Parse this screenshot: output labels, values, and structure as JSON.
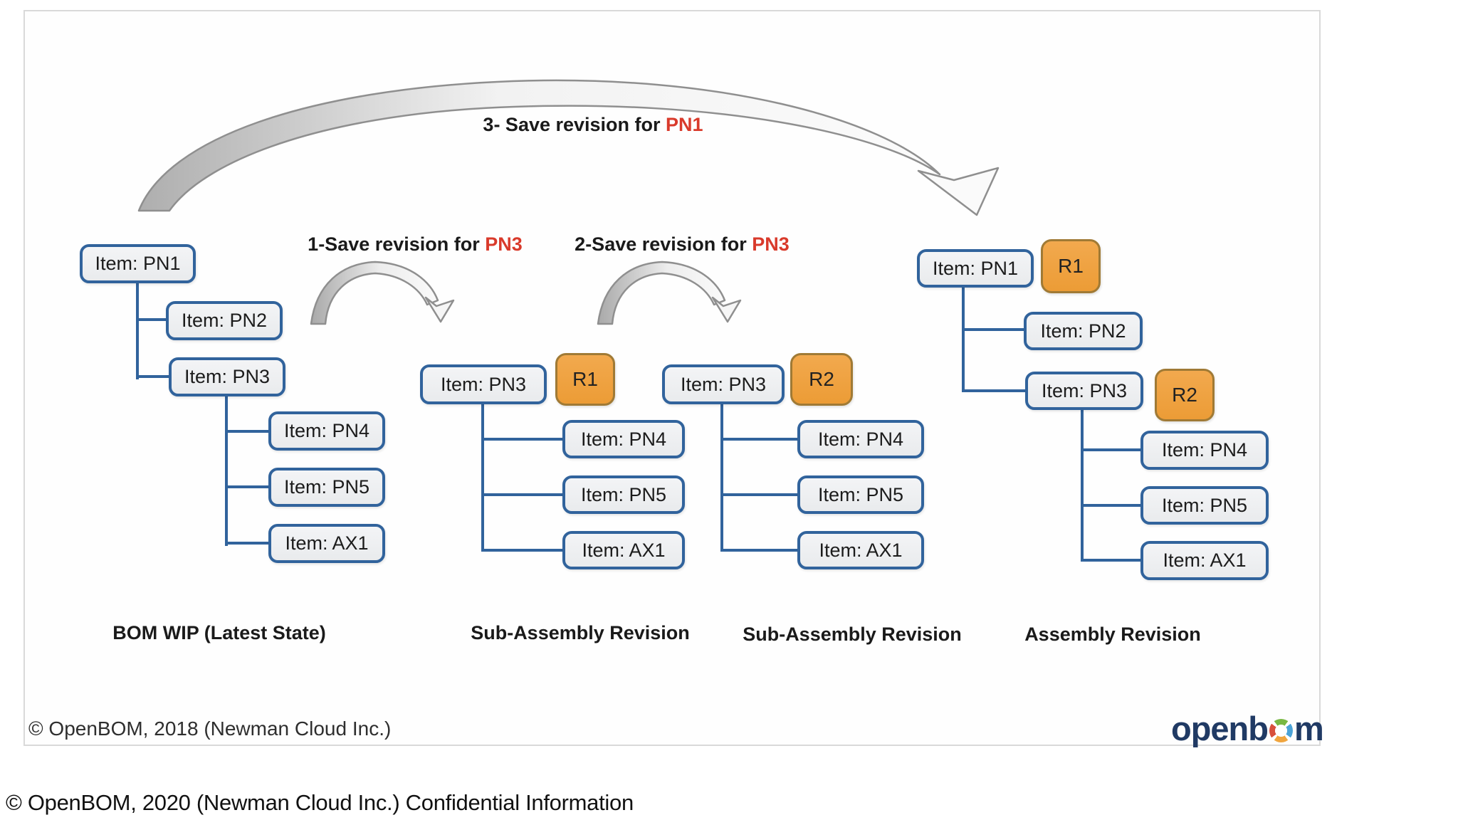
{
  "captions": {
    "step3": {
      "text": "3- Save revision for ",
      "highlight": "PN1"
    },
    "step1": {
      "text": "1-Save revision for ",
      "highlight": "PN3"
    },
    "step2": {
      "text": "2-Save revision for ",
      "highlight": "PN3"
    }
  },
  "trees": [
    {
      "label": "BOM WIP (Latest State)",
      "nodes": {
        "root": "Item: PN1",
        "child1": "Item: PN2",
        "child2": "Item: PN3",
        "gc1": "Item: PN4",
        "gc2": "Item: PN5",
        "gc3": "Item: AX1"
      }
    },
    {
      "label": "Sub-Assembly Revision",
      "badge": "R1",
      "nodes": {
        "root": "Item: PN3",
        "gc1": "Item: PN4",
        "gc2": "Item: PN5",
        "gc3": "Item: AX1"
      }
    },
    {
      "label": "Sub-Assembly Revision",
      "badge": "R2",
      "nodes": {
        "root": "Item: PN3",
        "gc1": "Item: PN4",
        "gc2": "Item: PN5",
        "gc3": "Item: AX1"
      }
    },
    {
      "label": "Assembly Revision",
      "badge": "R1",
      "badge2": "R2",
      "nodes": {
        "root": "Item: PN1",
        "child1": "Item: PN2",
        "child2": "Item: PN3",
        "gc1": "Item: PN4",
        "gc2": "Item: PN5",
        "gc3": "Item: AX1"
      }
    }
  ],
  "footer": {
    "copyright": "© OpenBOM, 2018 (Newman Cloud Inc.)"
  },
  "logo": {
    "left": "openb",
    "right": "m"
  },
  "page_caption": "© OpenBOM, 2020 (Newman Cloud Inc.) Confidential Information",
  "colors": {
    "node_border": "#31639c",
    "badge_fill": "#ec9c36",
    "badge_border": "#a07a35",
    "highlight_red": "#d93a2b",
    "logo_navy": "#203a64",
    "arrow_gray": "#8f8f8f"
  }
}
